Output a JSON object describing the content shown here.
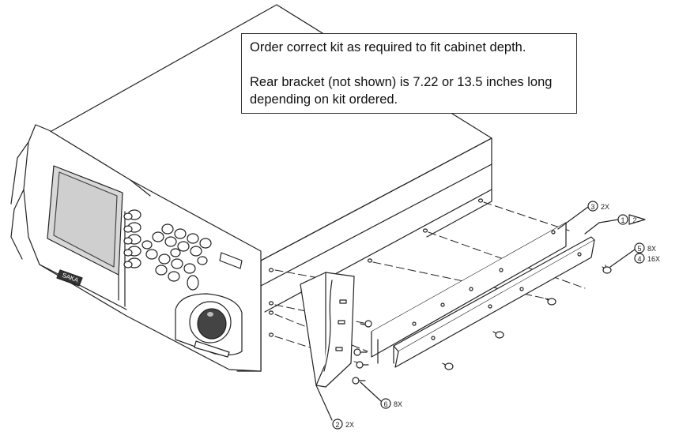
{
  "note": {
    "line1": "Order correct kit as required to fit cabinet depth.",
    "line2": "Rear bracket (not shown) is 7.22 or 13.5 inches long depending on kit ordered."
  },
  "device": {
    "logo": "SAKA"
  },
  "callouts": [
    {
      "num": "1",
      "qty": "",
      "flag": "2"
    },
    {
      "num": "2",
      "qty": "2X"
    },
    {
      "num": "3",
      "qty": "2X"
    },
    {
      "num": "4",
      "qty": "16X"
    },
    {
      "num": "5",
      "qty": "8X"
    },
    {
      "num": "6",
      "qty": "8X"
    }
  ],
  "colors": {
    "line": "#222222",
    "background": "#ffffff",
    "screen": "#d8d8d8"
  }
}
